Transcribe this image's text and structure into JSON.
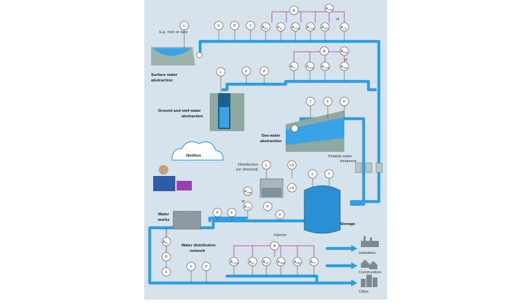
{
  "labels": {
    "surface_src": "E.g. river or lake",
    "surface_title_1": "Surface water",
    "surface_title_2": "abstraction",
    "ground_title_1": "Ground and well water",
    "ground_title_2": "abstraction",
    "sea_title_1": "Sea water",
    "sea_title_2": "abstraction",
    "netilion": "Netilion",
    "disinfection_1": "Disinfection",
    "disinfection_2": "(on demand)",
    "potable_1": "Potable water",
    "potable_2": "treatment",
    "water_works_1": "Water",
    "water_works_2": "works",
    "storage": "Storage",
    "injector": "Injector",
    "distribution_1": "Water distribution",
    "distribution_2": "network",
    "or": "or"
  },
  "consumers": [
    "Industries",
    "Communities",
    "Cities"
  ],
  "instruments": {
    "L": "L",
    "F": "F",
    "P": "P",
    "T": "T",
    "A": "A",
    "LS": "LS",
    "pH": "pH",
    "Ta": "Tu",
    "Cond": "Cond",
    "Color": "Color",
    "TOC": "TOC",
    "SAC": "SAC",
    "Cl2": "Cl2",
    "NO3": "NO3",
    "ClO2": "ClO2",
    "ORP": "ORP"
  },
  "colors": {
    "background": "#d6e3ec",
    "pipe": "#2f9fe4",
    "signal": "#c0318c",
    "water": "#2b8fd4"
  }
}
